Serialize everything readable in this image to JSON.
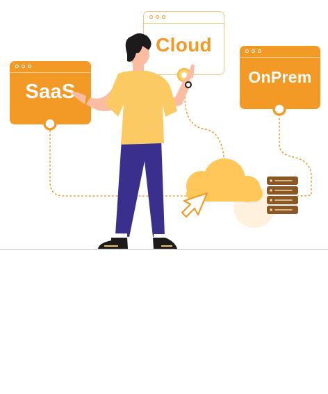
{
  "cards": {
    "saas": {
      "label": "SaaS"
    },
    "cloud": {
      "label": "Cloud"
    },
    "onprem": {
      "label": "OnPrem"
    }
  },
  "colors": {
    "accent_orange": "#f39a26",
    "light_orange": "#ffc75a",
    "shirt_yellow": "#fcca62",
    "pants_purple": "#3a2f8c",
    "hair": "#1c1a1a",
    "skin": "#fbbda1",
    "server_brown": "#8a5726"
  },
  "icons": [
    "cloud-icon",
    "cursor-arrow-icon",
    "server-rack-icon"
  ]
}
